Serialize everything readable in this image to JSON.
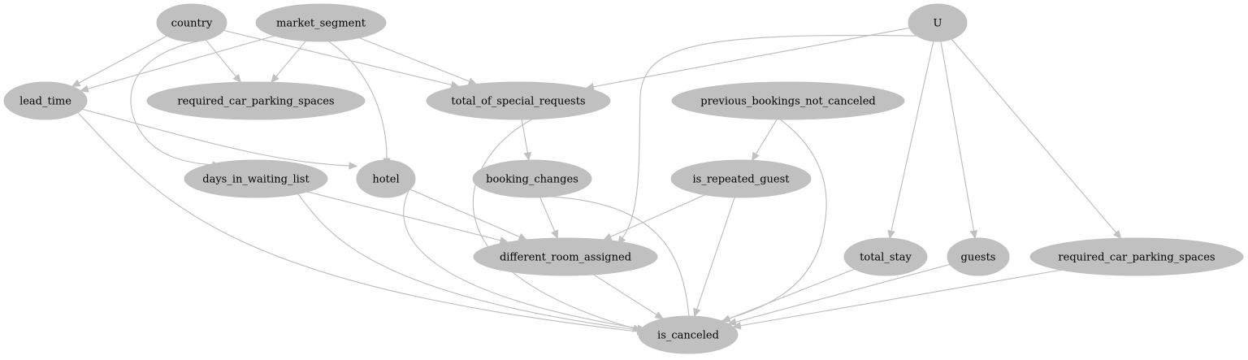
{
  "diagram": {
    "colors": {
      "node_fill": "#c0c0c0",
      "edge": "#c0c0c0",
      "text": "#000000",
      "background": "#ffffff"
    },
    "nodes": [
      {
        "id": "country",
        "label": "country"
      },
      {
        "id": "market_segment",
        "label": "market_segment"
      },
      {
        "id": "U",
        "label": "U"
      },
      {
        "id": "lead_time",
        "label": "lead_time"
      },
      {
        "id": "required_car_parking_spaces_a",
        "label": "required_car_parking_spaces"
      },
      {
        "id": "total_of_special_requests",
        "label": "total_of_special_requests"
      },
      {
        "id": "previous_bookings_not_canceled",
        "label": "previous_bookings_not_canceled"
      },
      {
        "id": "days_in_waiting_list",
        "label": "days_in_waiting_list"
      },
      {
        "id": "hotel",
        "label": "hotel"
      },
      {
        "id": "booking_changes",
        "label": "booking_changes"
      },
      {
        "id": "is_repeated_guest",
        "label": "is_repeated_guest"
      },
      {
        "id": "different_room_assigned",
        "label": "different_room_assigned"
      },
      {
        "id": "total_stay",
        "label": "total_stay"
      },
      {
        "id": "guests",
        "label": "guests"
      },
      {
        "id": "required_car_parking_spaces_b",
        "label": "required_car_parking_spaces"
      },
      {
        "id": "is_canceled",
        "label": "is_canceled"
      }
    ],
    "edges": [
      {
        "from": "country",
        "to": "lead_time"
      },
      {
        "from": "country",
        "to": "required_car_parking_spaces_a"
      },
      {
        "from": "country",
        "to": "total_of_special_requests"
      },
      {
        "from": "country",
        "to": "days_in_waiting_list"
      },
      {
        "from": "market_segment",
        "to": "lead_time"
      },
      {
        "from": "market_segment",
        "to": "required_car_parking_spaces_a"
      },
      {
        "from": "market_segment",
        "to": "total_of_special_requests"
      },
      {
        "from": "market_segment",
        "to": "hotel"
      },
      {
        "from": "U",
        "to": "total_of_special_requests"
      },
      {
        "from": "U",
        "to": "different_room_assigned"
      },
      {
        "from": "U",
        "to": "total_stay"
      },
      {
        "from": "U",
        "to": "guests"
      },
      {
        "from": "U",
        "to": "required_car_parking_spaces_b"
      },
      {
        "from": "lead_time",
        "to": "hotel"
      },
      {
        "from": "lead_time",
        "to": "is_canceled"
      },
      {
        "from": "total_of_special_requests",
        "to": "booking_changes"
      },
      {
        "from": "total_of_special_requests",
        "to": "is_canceled"
      },
      {
        "from": "previous_bookings_not_canceled",
        "to": "is_repeated_guest"
      },
      {
        "from": "previous_bookings_not_canceled",
        "to": "is_canceled"
      },
      {
        "from": "days_in_waiting_list",
        "to": "different_room_assigned"
      },
      {
        "from": "days_in_waiting_list",
        "to": "is_canceled"
      },
      {
        "from": "hotel",
        "to": "different_room_assigned"
      },
      {
        "from": "hotel",
        "to": "is_canceled"
      },
      {
        "from": "booking_changes",
        "to": "different_room_assigned"
      },
      {
        "from": "booking_changes",
        "to": "is_canceled"
      },
      {
        "from": "is_repeated_guest",
        "to": "different_room_assigned"
      },
      {
        "from": "is_repeated_guest",
        "to": "is_canceled"
      },
      {
        "from": "different_room_assigned",
        "to": "is_canceled"
      },
      {
        "from": "total_stay",
        "to": "is_canceled"
      },
      {
        "from": "guests",
        "to": "is_canceled"
      },
      {
        "from": "required_car_parking_spaces_b",
        "to": "is_canceled"
      }
    ]
  }
}
